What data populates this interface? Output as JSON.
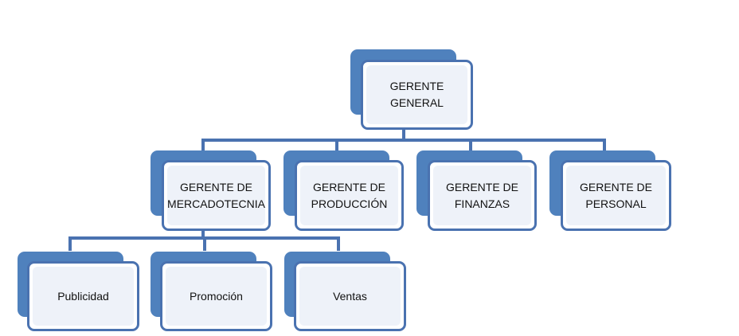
{
  "colors": {
    "back_box": "#4f81bd",
    "front_border": "#4a72b0",
    "connector": "#4a72b0",
    "fill": "#eef2f9"
  },
  "diagram": {
    "root": {
      "label": "GERENTE\nGENERAL"
    },
    "managers": [
      {
        "label": "GERENTE DE\nMERCADOTECNIA"
      },
      {
        "label": "GERENTE DE\nPRODUCCIÓN"
      },
      {
        "label": "GERENTE DE\nFINANZAS"
      },
      {
        "label": "GERENTE DE\nPERSONAL"
      }
    ],
    "subunits": [
      {
        "label": "Publicidad"
      },
      {
        "label": "Promoción"
      },
      {
        "label": "Ventas"
      }
    ]
  }
}
